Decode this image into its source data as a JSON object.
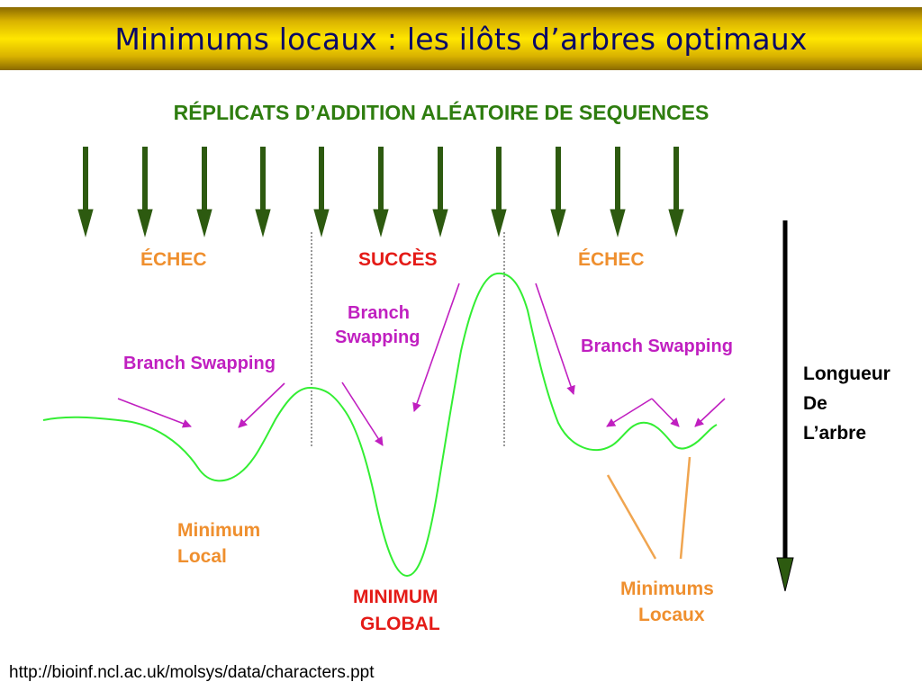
{
  "title": "Minimums locaux : les ilôts d’arbres optimaux",
  "subtitle": "RÉPLICATS D’ADDITION ALÉATOIRE DE SEQUENCES",
  "labels": {
    "echec_left": "ÉCHEC",
    "succes": "SUCCÈS",
    "echec_right": "ÉCHEC",
    "branch_swapping_left": "Branch Swapping",
    "branch_swapping_center_1": "Branch",
    "branch_swapping_center_2": "Swapping",
    "branch_swapping_right": "Branch Swapping",
    "minimum_local_1": "Minimum",
    "minimum_local_2": "Local",
    "minimum_global_1": "MINIMUM",
    "minimum_global_2": "GLOBAL",
    "minimums_locaux_1": "Minimums",
    "minimums_locaux_2": "Locaux",
    "axis_1": "Longueur",
    "axis_2": "De",
    "axis_3": "L’arbre"
  },
  "source_url": "http://bioinf.ncl.ac.uk/molsys/data/characters.ppt",
  "colors": {
    "curve": "#33ee33",
    "replicate_arrow": "#2d5a10",
    "branch_arrow": "#c01fc0",
    "echec": "#ef8f2e",
    "succes": "#e41b17",
    "subtitle": "#2e7d0f",
    "title": "#0a0a66"
  }
}
